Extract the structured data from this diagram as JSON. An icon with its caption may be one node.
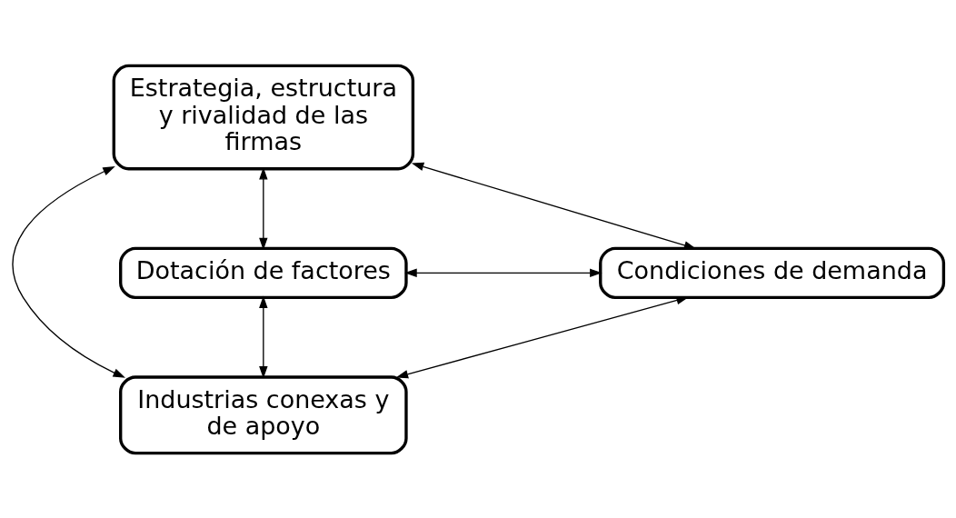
{
  "diagram": {
    "nodes": [
      {
        "text": [
          "Estrategia, estructura y rivalidad de las firmas"
        ]
      },
      {
        "text": [
          "Dotación de factores"
        ]
      },
      {
        "text": [
          "Condiciones de demanda"
        ]
      },
      {
        "text": [
          "Industrias conexas y de apoyo"
        ]
      }
    ],
    "edges": [
      {
        "from": 1,
        "to": 0,
        "arrow": "both"
      },
      {
        "from": 0,
        "to": 2,
        "arrow": "both"
      },
      {
        "from": 0,
        "to": 3,
        "arrow": "both"
      },
      {
        "from": 1,
        "to": 2,
        "arrow": "both"
      },
      {
        "from": 1,
        "to": 3,
        "arrow": "both"
      },
      {
        "from": 3,
        "to": 2,
        "arrow": "both"
      }
    ]
  }
}
